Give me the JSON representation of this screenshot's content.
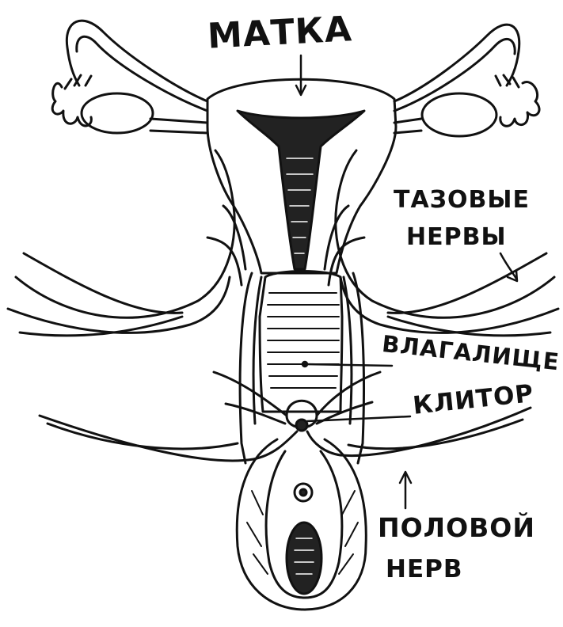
{
  "colors": {
    "ink": "#111111",
    "paper": "#ffffff"
  },
  "labels": {
    "uterus": "МАТКА",
    "pelvic_nerves_line1": "ТАЗОВЫЕ",
    "pelvic_nerves_line2": "НЕРВЫ",
    "vagina": "ВЛАГАЛИЩЕ",
    "clitoris": "КЛИТОР",
    "pudendal_nerve_line1": "ПОЛОВОЙ",
    "pudendal_nerve_line2": "НЕРВ"
  }
}
